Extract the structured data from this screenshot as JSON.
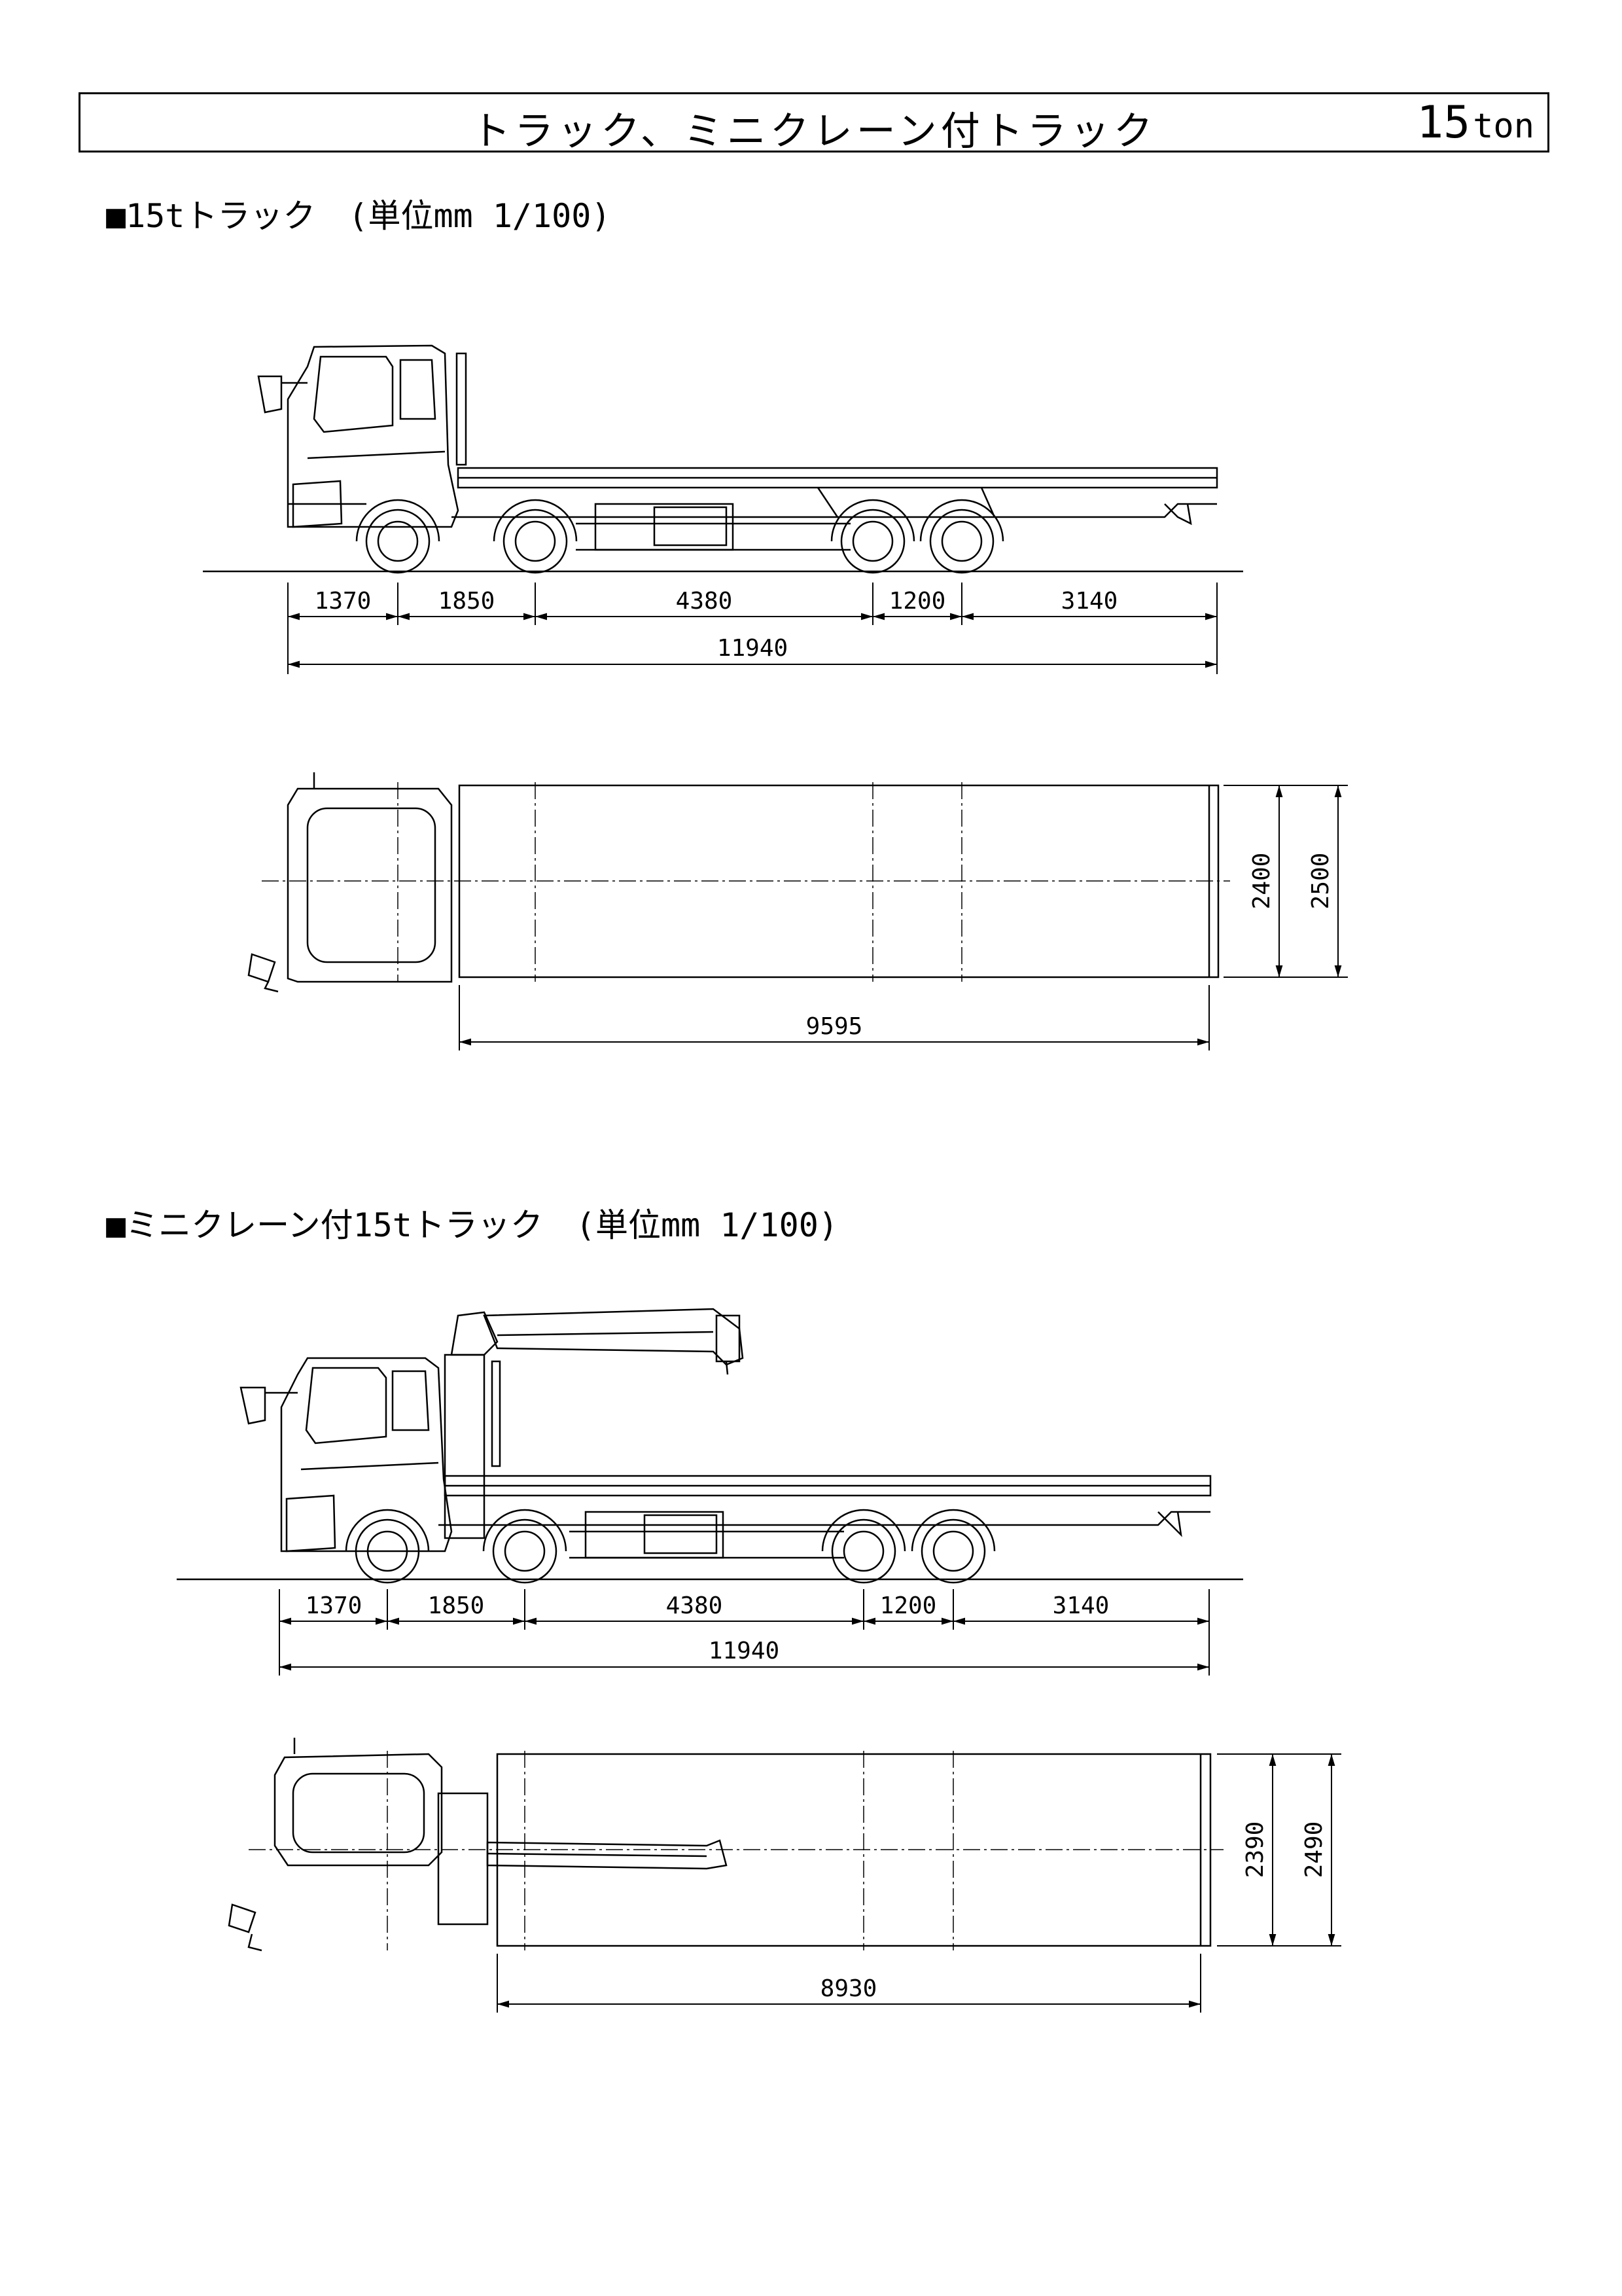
{
  "header": {
    "title": "トラック、ミニクレーン付トラック",
    "ton_value": "15",
    "ton_unit": "ton"
  },
  "section1": {
    "title": "■15tトラック　(単位mm 1/100)",
    "side_dims": [
      "1370",
      "1850",
      "4380",
      "1200",
      "3140"
    ],
    "overall_length": "11940",
    "top_width_inner": "2400",
    "top_width_outer": "2500",
    "bed_length": "9595"
  },
  "section2": {
    "title": "■ミニクレーン付15tトラック　(単位mm 1/100)",
    "side_dims": [
      "1370",
      "1850",
      "4380",
      "1200",
      "3140"
    ],
    "overall_length": "11940",
    "top_width_inner": "2390",
    "top_width_outer": "2490",
    "bed_length": "8930"
  }
}
